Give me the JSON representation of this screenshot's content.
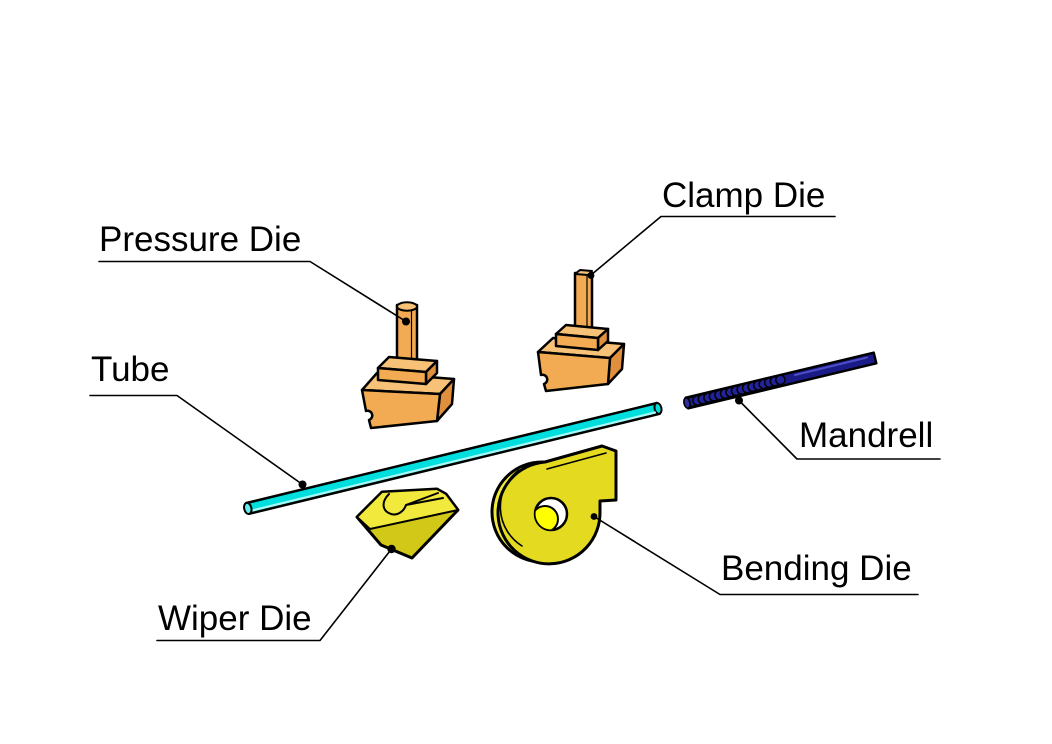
{
  "diagram": {
    "background": "#ffffff",
    "callouts": {
      "pressure_die": "Pressure Die",
      "clamp_die": "Clamp Die",
      "tube": "Tube",
      "mandrell": "Mandrell",
      "wiper_die": "Wiper Die",
      "bending_die": "Bending Die"
    },
    "colors": {
      "die_tan_light": "#F7C277",
      "die_tan_mid": "#F2AB52",
      "die_tan_dark": "#E08F3C",
      "tube_cyan": "#00DEDE",
      "tube_cap": "#66ECEC",
      "tube_highlight": "#A8F7F4",
      "yellow_bright": "#F1E93B",
      "yellow_mid": "#E4DA20",
      "yellow_dark": "#D2C818",
      "hole_yellow": "#FFFF00",
      "mandrel_navy": "#1B1B88",
      "mandrel_coil": "#22229A",
      "mandrel_cap": "#2E2E9E",
      "mandrel_highlight": "#4D4DC6",
      "label_text": "#000000",
      "line_ink": "#000000"
    }
  }
}
